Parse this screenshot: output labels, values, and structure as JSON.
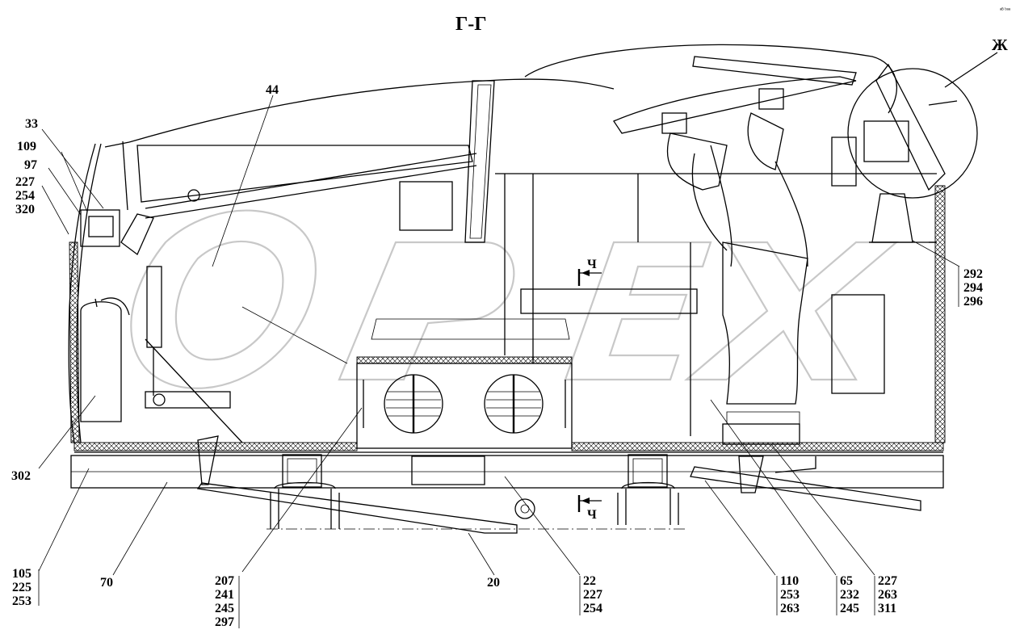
{
  "title": "Г-Г",
  "corner_mark": "ᵃᴮ ᵇᵃᵃ",
  "view_label": "Ж",
  "section_marks": [
    "Ч",
    "Ч"
  ],
  "watermark": "OPEX",
  "callouts": [
    {
      "id": "c33",
      "text": "33"
    },
    {
      "id": "c109",
      "text": "109"
    },
    {
      "id": "c97",
      "text": "97"
    },
    {
      "id": "c227a",
      "lines": [
        "227",
        "254",
        "320"
      ]
    },
    {
      "id": "c44",
      "text": "44"
    },
    {
      "id": "c302",
      "text": "302"
    },
    {
      "id": "c292",
      "lines": [
        "292",
        "294",
        "296"
      ]
    },
    {
      "id": "c105",
      "lines": [
        "105",
        "225",
        "253"
      ]
    },
    {
      "id": "c70",
      "text": "70"
    },
    {
      "id": "c207",
      "lines": [
        "207",
        "241",
        "245",
        "297"
      ]
    },
    {
      "id": "c20",
      "text": "20"
    },
    {
      "id": "c22",
      "lines": [
        "22",
        "227",
        "254"
      ]
    },
    {
      "id": "c110",
      "lines": [
        "110",
        "253",
        "263"
      ]
    },
    {
      "id": "c65",
      "lines": [
        "65",
        "232",
        "245"
      ]
    },
    {
      "id": "c227b",
      "lines": [
        "227",
        "263",
        "311"
      ]
    }
  ]
}
